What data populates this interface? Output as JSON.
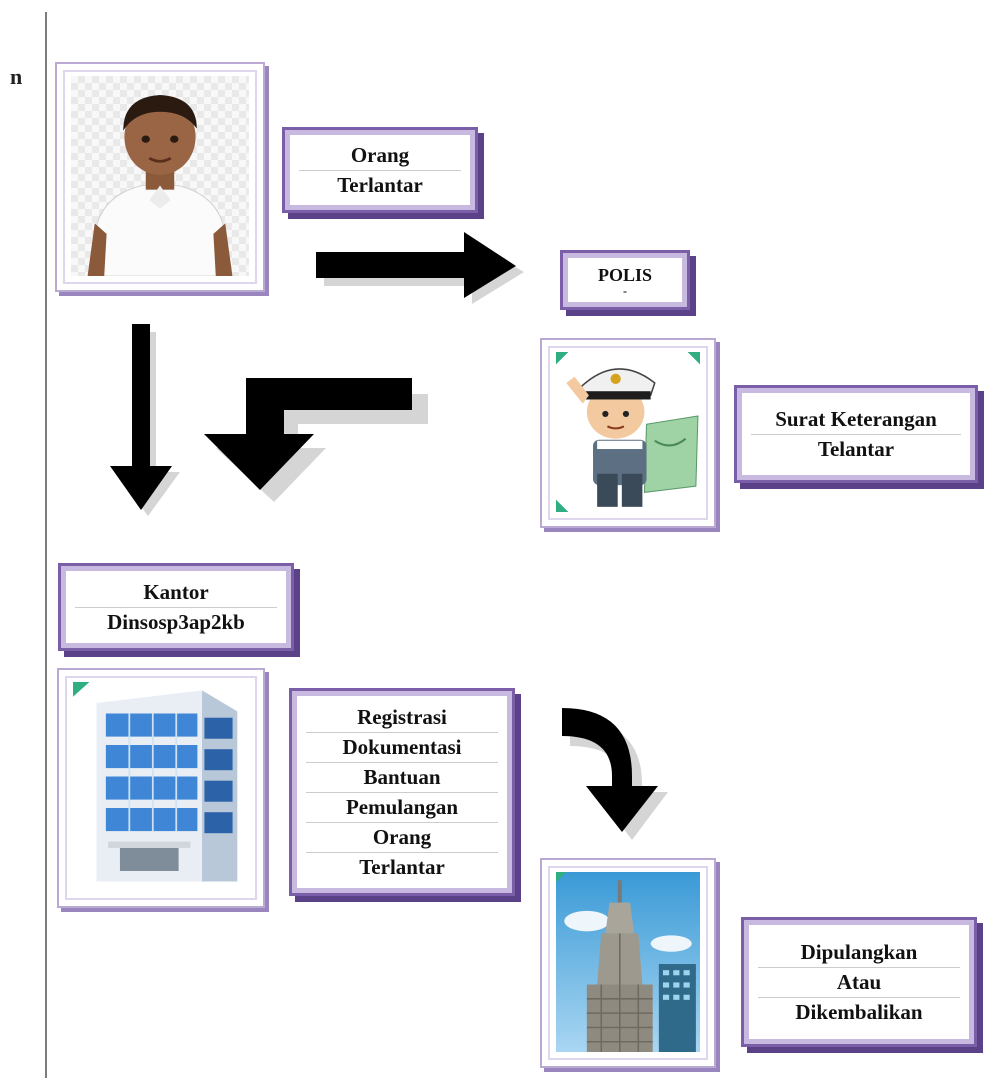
{
  "margin_mark": "n",
  "boxes": {
    "orang": [
      "Orang",
      "Terlantar"
    ],
    "polis": [
      "POLIS",
      "-"
    ],
    "surat": [
      "Surat Keterangan",
      "Telantar"
    ],
    "kantor": [
      "Kantor",
      "Dinsosp3ap2kb"
    ],
    "registrasi": [
      "Registrasi",
      "Dokumentasi",
      "Bantuan",
      "Pemulangan",
      "Orang",
      "Terlantar"
    ],
    "dipulangkan": [
      "Dipulangkan",
      "Atau",
      "Dikembalikan"
    ]
  },
  "icons": [
    "person-icon",
    "police-officer-icon",
    "office-building-icon",
    "city-tower-icon",
    "arrow-icon"
  ]
}
